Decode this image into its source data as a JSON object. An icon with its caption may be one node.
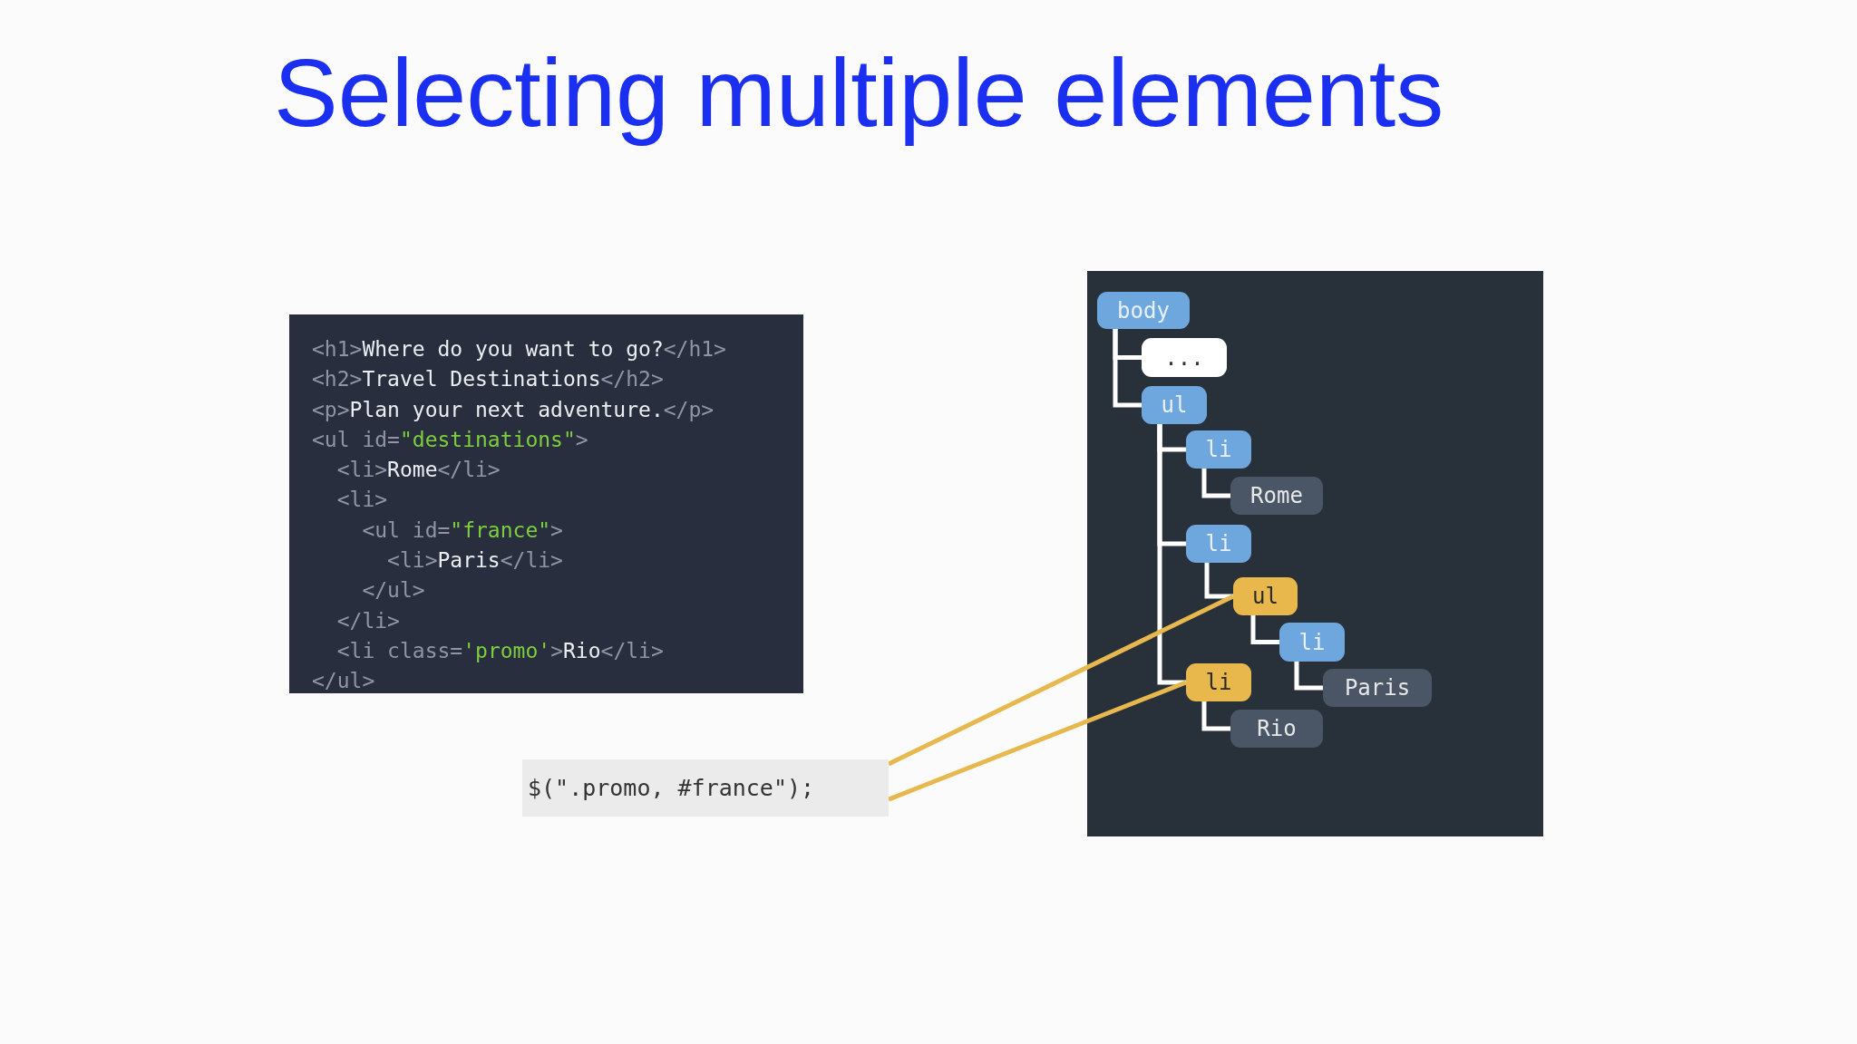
{
  "diagram": {
    "title": "Selecting multiple elements",
    "nodes": [
      {
        "text": [
          "<h1>Where do you want to go?</h1>",
          "<h2>Travel Destinations</h2>",
          "<p>Plan your next adventure.</p>",
          "<ul id=\"destinations\">",
          "  <li>Rome</li>",
          "  <li>",
          "    <ul id=\"france\">",
          "      <li>Paris</li>",
          "    </ul>",
          "  </li>",
          "  <li class='promo'>Rio</li>",
          "</ul>"
        ]
      },
      {
        "text": [],
        "shape": "box"
      },
      {
        "text": [
          "body"
        ],
        "in": 1
      },
      {
        "text": [
          "..."
        ],
        "in": 1
      },
      {
        "text": [
          "ul"
        ],
        "in": 1
      },
      {
        "text": [
          "li"
        ],
        "in": 1
      },
      {
        "text": [
          "Rome"
        ],
        "in": 1
      },
      {
        "text": [
          "li"
        ],
        "in": 1
      },
      {
        "text": [
          "ul"
        ],
        "in": 1
      },
      {
        "text": [
          "li"
        ],
        "in": 1
      },
      {
        "text": [
          "Paris"
        ],
        "in": 1
      },
      {
        "text": [
          "li"
        ],
        "in": 1
      },
      {
        "text": [
          "Rio"
        ],
        "in": 1
      },
      {
        "text": [
          "$(\".promo, #france\");"
        ]
      }
    ],
    "edges": [
      {
        "from": 2,
        "to": 3,
        "arrow": "none"
      },
      {
        "from": 2,
        "to": 4,
        "arrow": "none"
      },
      {
        "from": 4,
        "to": 5,
        "arrow": "none"
      },
      {
        "from": 4,
        "to": 7,
        "arrow": "none"
      },
      {
        "from": 4,
        "to": 11,
        "arrow": "none"
      },
      {
        "from": 5,
        "to": 6,
        "arrow": "none"
      },
      {
        "from": 7,
        "to": 8,
        "arrow": "none"
      },
      {
        "from": 8,
        "to": 9,
        "arrow": "none"
      },
      {
        "from": 9,
        "to": 10,
        "arrow": "none"
      },
      {
        "from": 11,
        "to": 12,
        "arrow": "none"
      },
      {
        "from": 13,
        "to": 8,
        "arrow": "none",
        "color": "#e6b84e"
      },
      {
        "from": 13,
        "to": 11,
        "arrow": "none",
        "color": "#e6b84e"
      }
    ]
  }
}
